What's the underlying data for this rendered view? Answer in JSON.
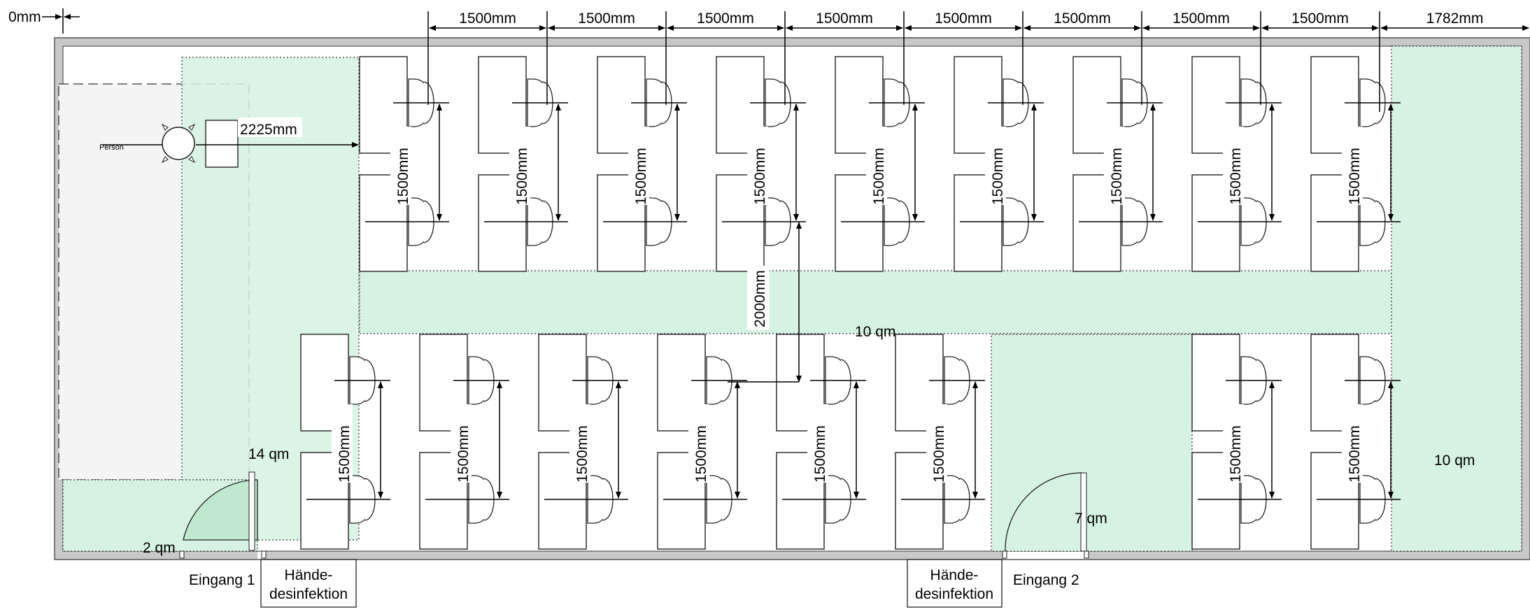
{
  "origin_label": "0mm",
  "top_dimensions": [
    "1500mm",
    "1500mm",
    "1500mm",
    "1500mm",
    "1500mm",
    "1500mm",
    "1500mm",
    "1500mm",
    "1782mm"
  ],
  "person_label": "Person",
  "person_dimension": "2225mm",
  "desk_spacing_label": "1500mm",
  "aisle_dimension": "2000mm",
  "areas": {
    "left_corridor": "14 qm",
    "entrance_small": "2 qm",
    "center_aisle": "10 qm",
    "right_zone": "10 qm",
    "entrance_zone_2": "7 qm"
  },
  "entrance_1": "Eingang 1",
  "entrance_2": "Eingang 2",
  "sanitizer_line1": "Hände-",
  "sanitizer_line2": "desinfektion",
  "colors": {
    "zone": "#d6f2e3",
    "wall": "#c8c8c8",
    "line": "#000000"
  }
}
